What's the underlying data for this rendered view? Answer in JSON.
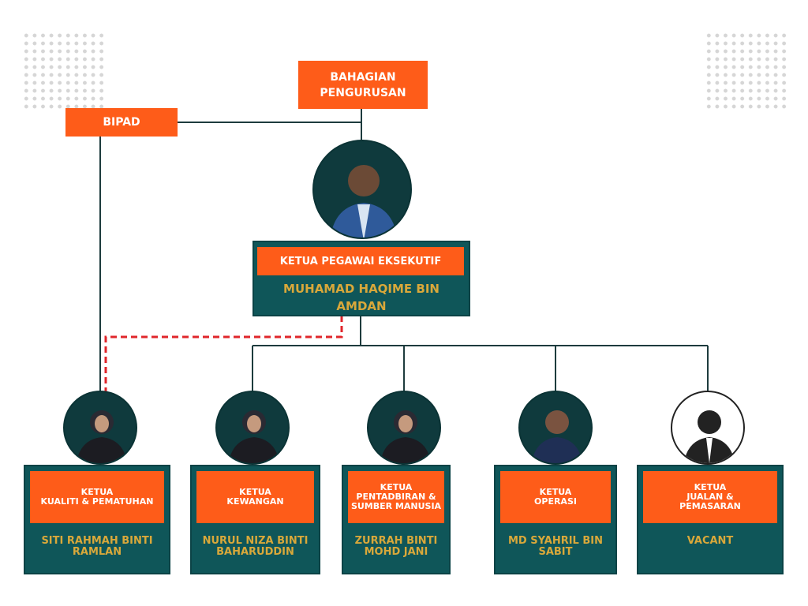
{
  "top": {
    "division": "BAHAGIAN\nPENGURUSAN",
    "bipad": "BIPAD"
  },
  "ceo": {
    "title": "KETUA PEGAWAI EKSEKUTIF",
    "name": "MUHAMAD HAQIME BIN AMDAN"
  },
  "heads": [
    {
      "title": "KETUA\nKUALITI & PEMATUHAN",
      "name": "SITI RAHMAH BINTI RAMLAN",
      "photo": "female-hijab"
    },
    {
      "title": "KETUA\nKEWANGAN",
      "name": "NURUL NIZA BINTI BAHARUDDIN",
      "photo": "female-hijab"
    },
    {
      "title": "KETUA\nPENTADBIRAN &\nSUMBER MANUSIA",
      "name": "ZURRAH BINTI MOHD JANI",
      "photo": "female-hijab"
    },
    {
      "title": "KETUA\nOPERASI",
      "name": "MD SYAHRIL BIN SABIT",
      "photo": "male"
    },
    {
      "title": "KETUA\nJUALAN &\nPEMASARAN",
      "name": "VACANT",
      "photo": "placeholder-silhouette"
    }
  ],
  "colors": {
    "orange": "#fe5c19",
    "teal": "#0f5659",
    "gold": "#d9a83a",
    "dotted_line": "#e0262b"
  }
}
